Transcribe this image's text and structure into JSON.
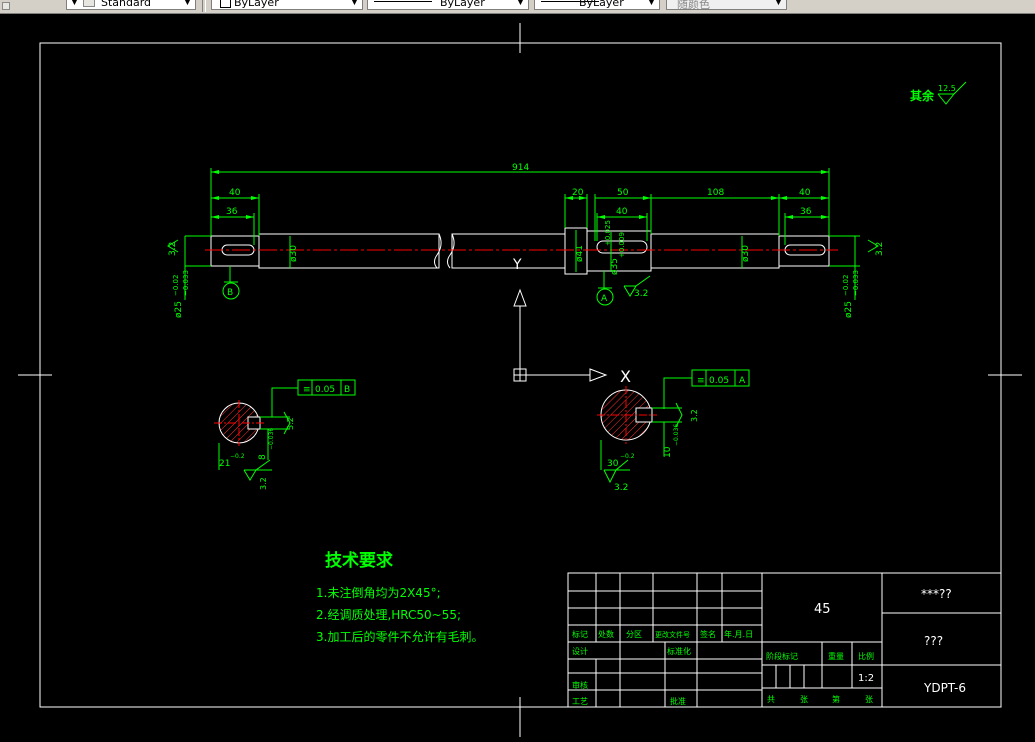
{
  "toolbar": {
    "text_style": "Standard",
    "layer": "ByLayer",
    "linetype": "ByLayer",
    "lineweight": "ByLayer",
    "plot_style": "随颜色"
  },
  "colors": {
    "background": "#000000",
    "frame": "#ffffff",
    "dimension": "#00ff00",
    "center_line": "#ff0000",
    "geometry": "#ffffff"
  },
  "drawing": {
    "surface_note": "其余",
    "surface_note_value": "12.5",
    "dims": {
      "overall": "914",
      "left_40": "40",
      "left_36": "36",
      "d20": "20",
      "d50": "50",
      "d108": "108",
      "right_40": "40",
      "right_36": "36",
      "inner_40": "40",
      "phi30_left": "ø30",
      "phi30_right": "ø30",
      "phi41": "ø41",
      "phi35": "ø35",
      "tol_plus": "+0.025",
      "tol_zero": "+0.009",
      "left_phi25": "ø25",
      "left_tol1": "−0.02",
      "left_tol2": "−0.033",
      "right_phi25": "ø25",
      "right_tol1": "−0.02",
      "right_tol2": "−0.033",
      "rough_left": "3.2",
      "rough_right": "3.2",
      "rough_mid": "3.2"
    },
    "datums": {
      "b": "B",
      "a": "A"
    },
    "ucs": {
      "y": "Y",
      "x": "X"
    },
    "section_b": {
      "tol_sym": "≡",
      "tol_val": "0.05",
      "tol_ref": "B",
      "width": "8",
      "width_tol": "−0.036",
      "depth": "21",
      "depth_tol": "−0.2",
      "rough1": "3.2",
      "rough2": "3.2"
    },
    "section_a": {
      "tol_sym": "≡",
      "tol_val": "0.05",
      "tol_ref": "A",
      "width": "10",
      "width_tol": "−0.036",
      "depth": "30",
      "depth_tol": "−0.2",
      "rough1": "3.2",
      "rough2": "3.2"
    }
  },
  "tech": {
    "title": "技术要求",
    "lines": [
      "1.未注倒角均为2X45°;",
      "2.经调质处理,HRC50~55;",
      "3.加工后的零件不允许有毛刺。"
    ]
  },
  "title_block": {
    "material": "45",
    "company": "***??",
    "part_name": "???",
    "drawing_no": "YDPT-6",
    "scale_value": "1:2",
    "labels": {
      "mark": "标记",
      "count": "处数",
      "zone": "分区",
      "doc_no": "更改文件号",
      "signature": "签名",
      "date": "年.月.日",
      "design": "设计",
      "standardize": "标准化",
      "review": "审核",
      "process": "工艺",
      "approve": "批准",
      "stage_mark": "阶段标记",
      "weight": "重量",
      "scale": "比例",
      "total": "共",
      "sheets": "张",
      "page": "第",
      "sheet": "张"
    }
  }
}
